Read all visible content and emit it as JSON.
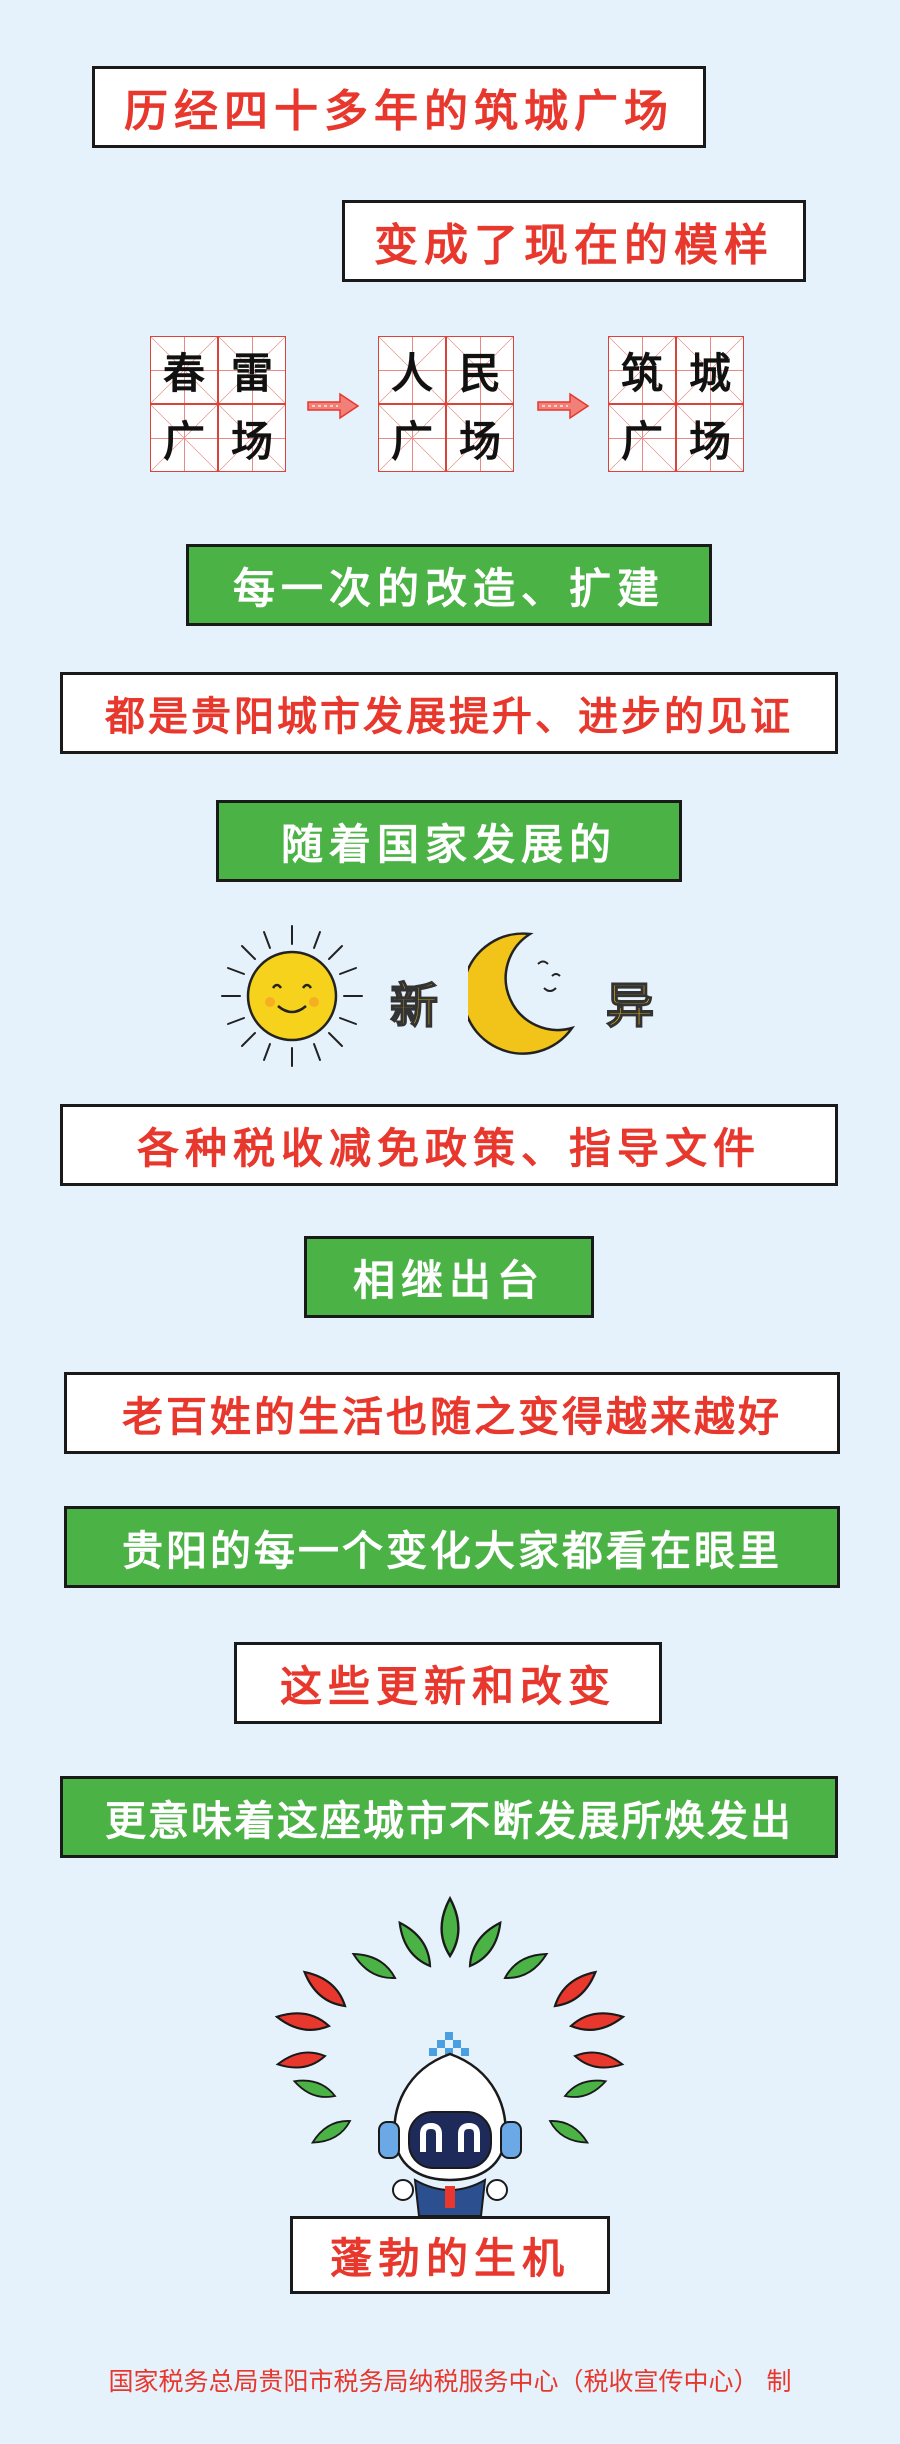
{
  "lines": {
    "l1": "历经四十多年的筑城广场",
    "l2": "变成了现在的模样",
    "l3": "每一次的改造、扩建",
    "l4": "都是贵阳城市发展提升、进步的见证",
    "l5": "随着国家发展的",
    "l6": "各种税收减免政策、指导文件",
    "l7": "相继出台",
    "l8": "老百姓的生活也随之变得越来越好",
    "l9": "贵阳的每一个变化大家都看在眼里",
    "l10": "这些更新和改变",
    "l11": "更意味着这座城市不断发展所焕发出",
    "l12": "蓬勃的生机"
  },
  "plazas": [
    {
      "chars": [
        "春",
        "雷",
        "广",
        "场"
      ]
    },
    {
      "chars": [
        "人",
        "民",
        "广",
        "场"
      ]
    },
    {
      "chars": [
        "筑",
        "城",
        "广",
        "场"
      ]
    }
  ],
  "xin_yi": {
    "xin": "新",
    "yi": "异"
  },
  "footer": "国家税务总局贵阳市税务局纳税服务中心（税收宣传中心） 制",
  "colors": {
    "red": "#e8372c",
    "green": "#4bb245",
    "background": "#e6f2fb",
    "sun": "#f6d21c",
    "moon": "#f2c318"
  },
  "icons": [
    "sun-icon",
    "moon-icon",
    "arrow-right-icon",
    "leaf-wreath-icon",
    "mascot-icon"
  ]
}
